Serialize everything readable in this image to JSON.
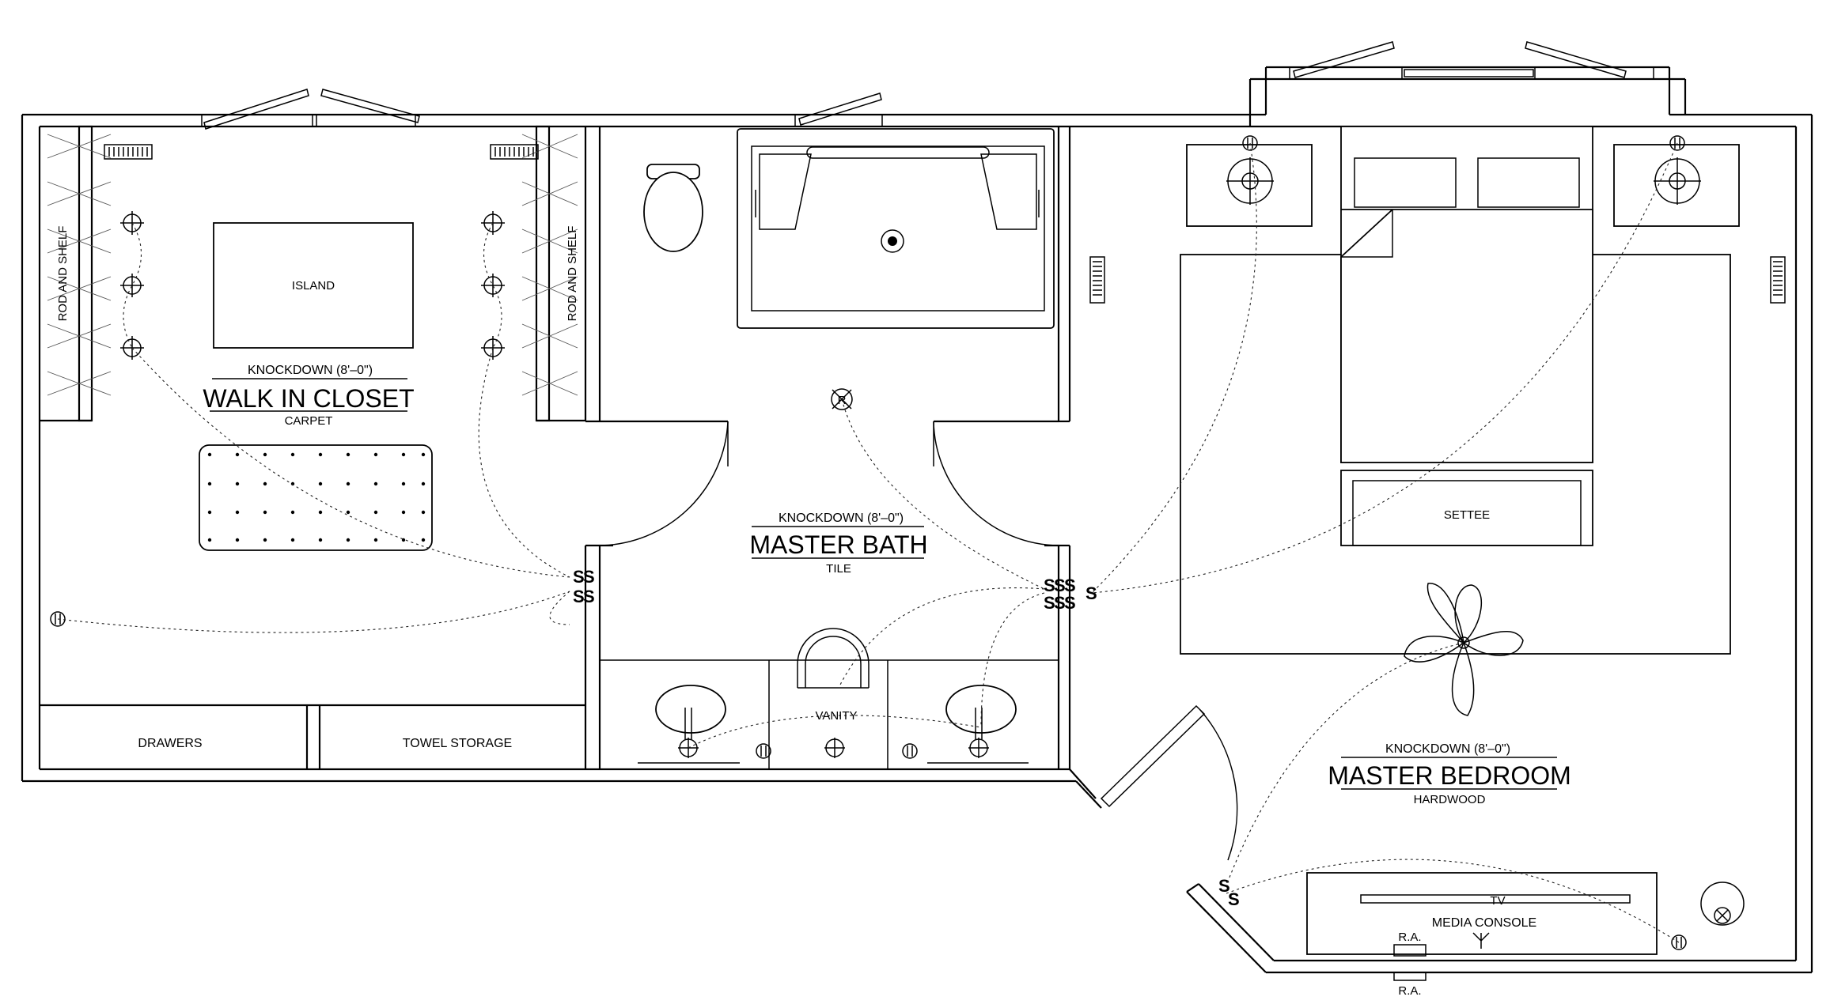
{
  "rooms": {
    "closet": {
      "ceiling": "KNOCKDOWN (8'–0\")",
      "name": "WALK IN CLOSET",
      "floor": "CARPET",
      "island": "ISLAND",
      "rod_left": "ROD AND SHELF",
      "rod_right": "ROD AND SHELF",
      "drawers": "DRAWERS",
      "towel": "TOWEL STORAGE"
    },
    "bath": {
      "ceiling": "KNOCKDOWN (8'–0\")",
      "name": "MASTER BATH",
      "floor": "TILE",
      "vanity": "VANITY"
    },
    "bedroom": {
      "ceiling": "KNOCKDOWN (8'–0\")",
      "name": "MASTER BEDROOM",
      "floor": "HARDWOOD",
      "settee": "SETTEE",
      "tv": "TV",
      "console": "MEDIA CONSOLE",
      "ra_top": "R.A.",
      "ra_bottom": "R.A."
    }
  },
  "symbols": {
    "switch_glyph": "S",
    "receptacle_mark": "R"
  }
}
